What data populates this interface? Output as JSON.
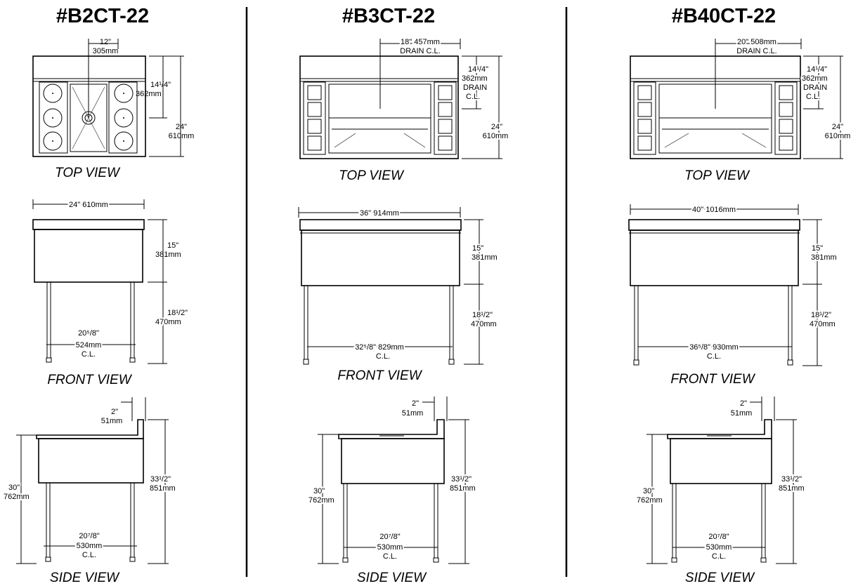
{
  "models": [
    {
      "title": "#B2CT-22",
      "top_view": {
        "label": "TOP VIEW",
        "width_dim": [
          "12\"",
          "305mm"
        ],
        "depth_dim": [
          "14¹/4\"",
          "362mm"
        ],
        "overall_dim": [
          "24\"",
          "610mm"
        ]
      },
      "front_view": {
        "label": "FRONT VIEW",
        "width_dim": "24\" 610mm",
        "height_dim": [
          "15\"",
          "381mm"
        ],
        "leg_dim": [
          "18¹/2\"",
          "470mm"
        ],
        "leg_spacing_dim": [
          "20⁵/8\"",
          "524mm",
          "C.L."
        ]
      },
      "side_view": {
        "label": "SIDE VIEW",
        "splash_dim": [
          "2\"",
          "51mm"
        ],
        "work_height_dim": [
          "30\"",
          "762mm"
        ],
        "overall_height_dim": [
          "33¹/2\"",
          "851mm"
        ],
        "leg_spacing_dim": [
          "20⁷/8\"",
          "530mm",
          "C.L."
        ]
      }
    },
    {
      "title": "#B3CT-22",
      "top_view": {
        "label": "TOP VIEW",
        "width_dim": [
          "18\" 457mm",
          "DRAIN C.L."
        ],
        "depth_dim": [
          "14¹/4\"",
          "362mm",
          "DRAIN",
          "C.L."
        ],
        "overall_dim": [
          "24\"",
          "610mm"
        ]
      },
      "front_view": {
        "label": "FRONT VIEW",
        "width_dim": "36\" 914mm",
        "height_dim": [
          "15\"",
          "381mm"
        ],
        "leg_dim": [
          "18¹/2\"",
          "470mm"
        ],
        "leg_spacing_dim": [
          "32⁵/8\" 829mm",
          "C.L."
        ]
      },
      "side_view": {
        "label": "SIDE VIEW",
        "splash_dim": [
          "2\"",
          "51mm"
        ],
        "work_height_dim": [
          "30\"",
          "762mm"
        ],
        "overall_height_dim": [
          "33¹/2\"",
          "851mm"
        ],
        "leg_spacing_dim": [
          "20⁷/8\"",
          "530mm",
          "C.L."
        ]
      }
    },
    {
      "title": "#B40CT-22",
      "top_view": {
        "label": "TOP VIEW",
        "width_dim": [
          "20\" 508mm",
          "DRAIN C.L."
        ],
        "depth_dim": [
          "14¹/4\"",
          "362mm",
          "DRAIN",
          "C.L."
        ],
        "overall_dim": [
          "24\"",
          "610mm"
        ]
      },
      "front_view": {
        "label": "FRONT VIEW",
        "width_dim": "40\" 1016mm",
        "height_dim": [
          "15\"",
          "381mm"
        ],
        "leg_dim": [
          "18¹/2\"",
          "470mm"
        ],
        "leg_spacing_dim": [
          "36⁵/8\" 930mm",
          "C.L."
        ]
      },
      "side_view": {
        "label": "SIDE VIEW",
        "splash_dim": [
          "2\"",
          "51mm"
        ],
        "work_height_dim": [
          "30\"",
          "762mm"
        ],
        "overall_height_dim": [
          "33¹/2\"",
          "851mm"
        ],
        "leg_spacing_dim": [
          "20⁷/8\"",
          "530mm",
          "C.L."
        ]
      }
    }
  ]
}
